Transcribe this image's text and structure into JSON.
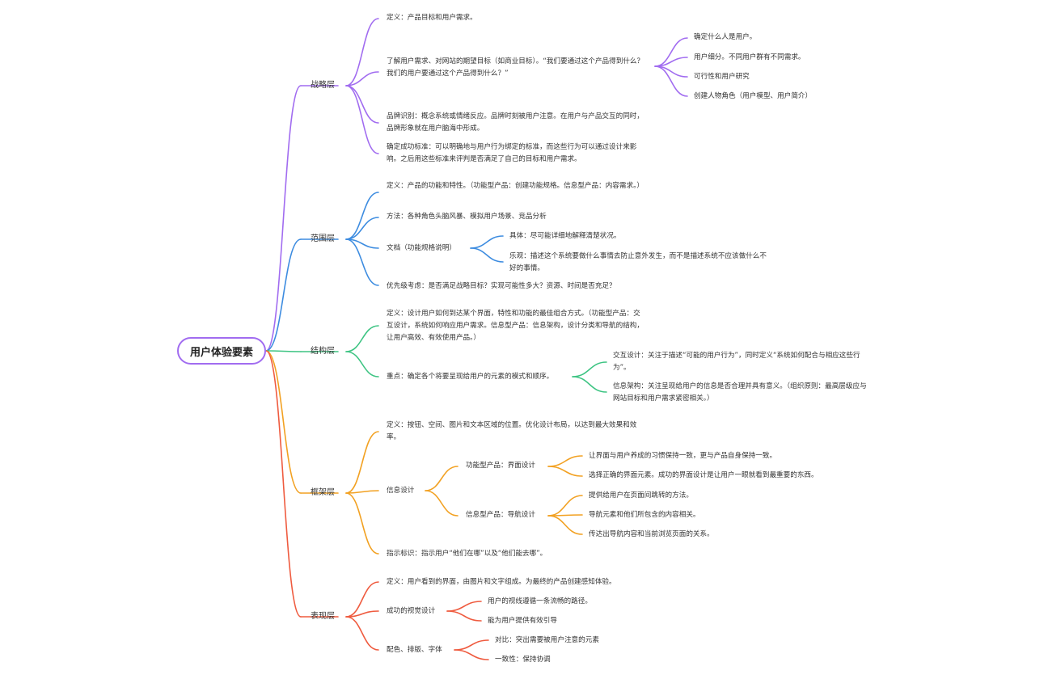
{
  "root": "用户体验要素",
  "branches": {
    "strategy": {
      "label": "战略层",
      "color": "#a16cf0",
      "definition": "定义：产品目标和用户需求。",
      "understand": "了解用户需求、对网站的期望目标（如商业目标）。“我们要通过这个产品得到什么？我们的用户要通过这个产品得到什么？”",
      "understand_children": [
        "确定什么人是用户。",
        "用户细分。不同用户群有不同需求。",
        "可行性和用户研究",
        "创建人物角色（用户模型、用户简介）"
      ],
      "brand": "品牌识别：概念系统或情绪反应。品牌时刻被用户注意。在用户与产品交互的同时，品牌形象就在用户脑海中形成。",
      "success": "确定成功标准：可以明确地与用户行为绑定的标准，而这些行为可以通过设计来影响。之后用这些标准来评判是否满足了自己的目标和用户需求。"
    },
    "scope": {
      "label": "范围层",
      "color": "#3d8ce0",
      "definition": "定义：产品的功能和特性。（功能型产品：创建功能规格。信息型产品：内容需求。）",
      "method": "方法：各种角色头脑风暴、模拟用户场景、竞品分析",
      "doc": "文档（功能规格说明）",
      "doc_children": [
        "具体：尽可能详细地解释清楚状况。",
        "乐观：描述这个系统要做什么事情去防止意外发生，而不是描述系统不应该做什么不好的事情。"
      ],
      "priority": "优先级考虑：是否满足战略目标？实现可能性多大？资源、时间是否充足？"
    },
    "structure": {
      "label": "结构层",
      "color": "#3ec483",
      "definition": "定义：设计用户如何到达某个界面，特性和功能的最佳组合方式。（功能型产品：交互设计，系统如何响应用户需求。信息型产品：信息架构，设计分类和导航的结构，让用户高效、有效使用产品。）",
      "key": "重点：确定各个将要呈现给用户的元素的模式和顺序。",
      "key_children": [
        "交互设计：关注于描述“可能的用户行为”，同时定义“系统如何配合与相应这些行为”。",
        "信息架构：关注呈现给用户的信息是否合理并具有意义。（组织原则：最高层级应与网站目标和用户需求紧密相关。）"
      ]
    },
    "skeleton": {
      "label": "框架层",
      "color": "#f2a122",
      "definition": "定义：按钮、空间、图片和文本区域的位置。优化设计布局，以达到最大效果和效率。",
      "info_design": "信息设计",
      "functional": "功能型产品：界面设计",
      "functional_children": [
        "让界面与用户养成的习惯保持一致，更与产品自身保持一致。",
        "选择正确的界面元素。成功的界面设计是让用户一眼就看到最重要的东西。"
      ],
      "informational": "信息型产品：导航设计",
      "informational_children": [
        "提供给用户在页面间跳转的方法。",
        "导航元素和他们所包含的内容相关。",
        "传达出导航内容和当前浏览页面的关系。"
      ],
      "wayfinding": "指示标识：指示用户“他们在哪”以及“他们能去哪”。"
    },
    "surface": {
      "label": "表现层",
      "color": "#ef5b3f",
      "definition": "定义：用户看到的界面，由图片和文字组成。为最终的产品创建感知体验。",
      "visual": "成功的视觉设计",
      "visual_children": [
        "用户的视线遵循一条流畅的路径。",
        "能为用户提供有效引导"
      ],
      "color_type": "配色、排版、字体",
      "color_type_children": [
        "对比：突出需要被用户注意的元素",
        "一致性：保持协调"
      ]
    }
  }
}
